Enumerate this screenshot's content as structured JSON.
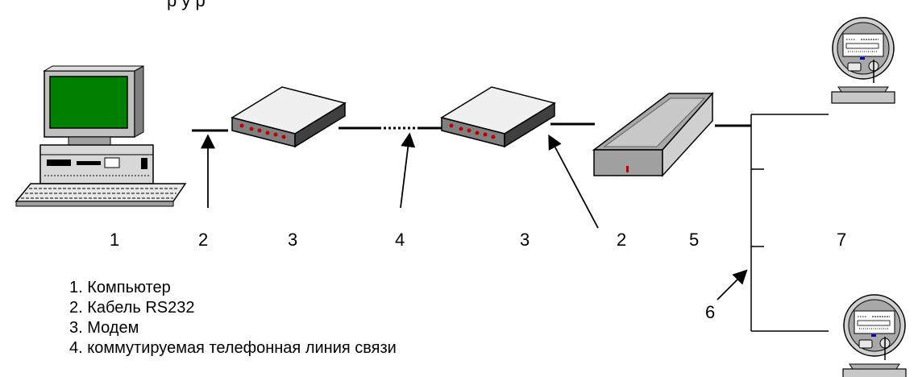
{
  "header": {
    "partial_text": "р                    у         р"
  },
  "numbers": {
    "computer": "1",
    "cable_left": "2",
    "modem_left": "3",
    "phone_line": "4",
    "modem_right": "3",
    "cable_right": "2",
    "device": "5",
    "bus": "6",
    "meters": "7"
  },
  "legend": {
    "items": [
      "1. Компьютер",
      "2. Кабель RS232",
      "3. Модем",
      "4. коммутируемая телефонная линия связи"
    ]
  },
  "colors": {
    "screen": "#008000",
    "device_gray": "#c0c0c0",
    "device_dark": "#808080",
    "led": "#c00000",
    "line": "#000000"
  }
}
